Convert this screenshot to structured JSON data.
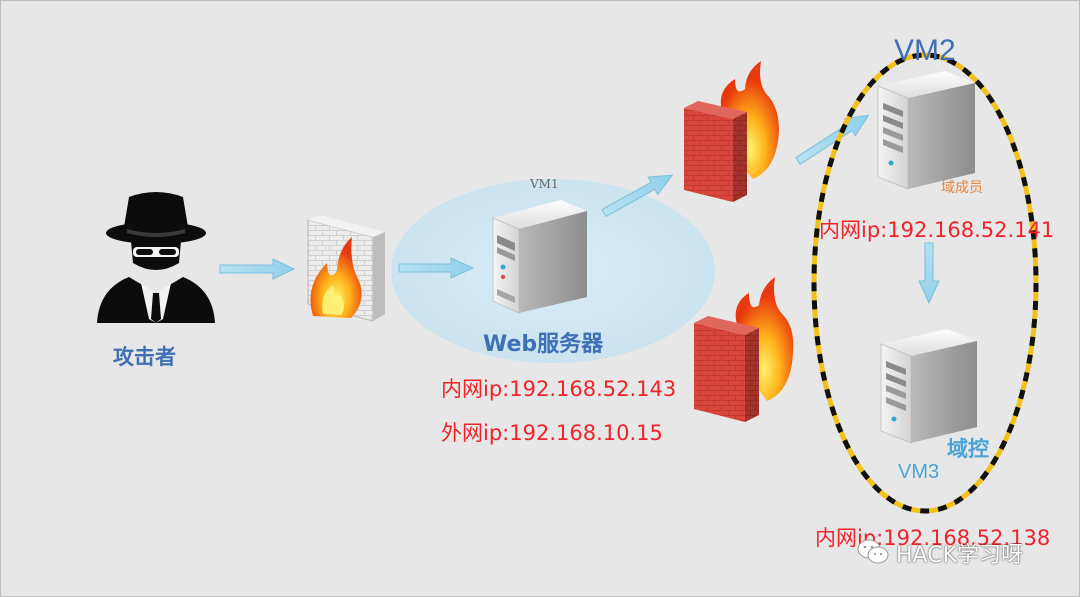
{
  "diagram": {
    "attacker": {
      "label": "攻击者"
    },
    "web_server": {
      "vm_label": "VM1",
      "label": "Web服务器",
      "internal_ip": "内网ip:192.168.52.143",
      "external_ip": "外网ip:192.168.10.15"
    },
    "domain_member": {
      "vm_label": "VM2",
      "label": "域成员",
      "internal_ip": "内网ip:192.168.52.141"
    },
    "domain_controller": {
      "vm_label": "VM3",
      "label": "域控",
      "internal_ip": "内网ip:192.168.52.138"
    },
    "watermark": "HACK学习呀",
    "icons": [
      "hacker-icon",
      "firewall-icon",
      "server-icon",
      "arrow-icon",
      "wechat-icon"
    ],
    "colors": {
      "background": "#e7e7e7",
      "blue_label": "#3f6fb5",
      "red_ip": "#f0232a",
      "orange_label": "#e8843a",
      "light_blue": "#4ba3d6",
      "dashed_yellow": "#f2c21b",
      "dashed_black": "#111111"
    }
  }
}
